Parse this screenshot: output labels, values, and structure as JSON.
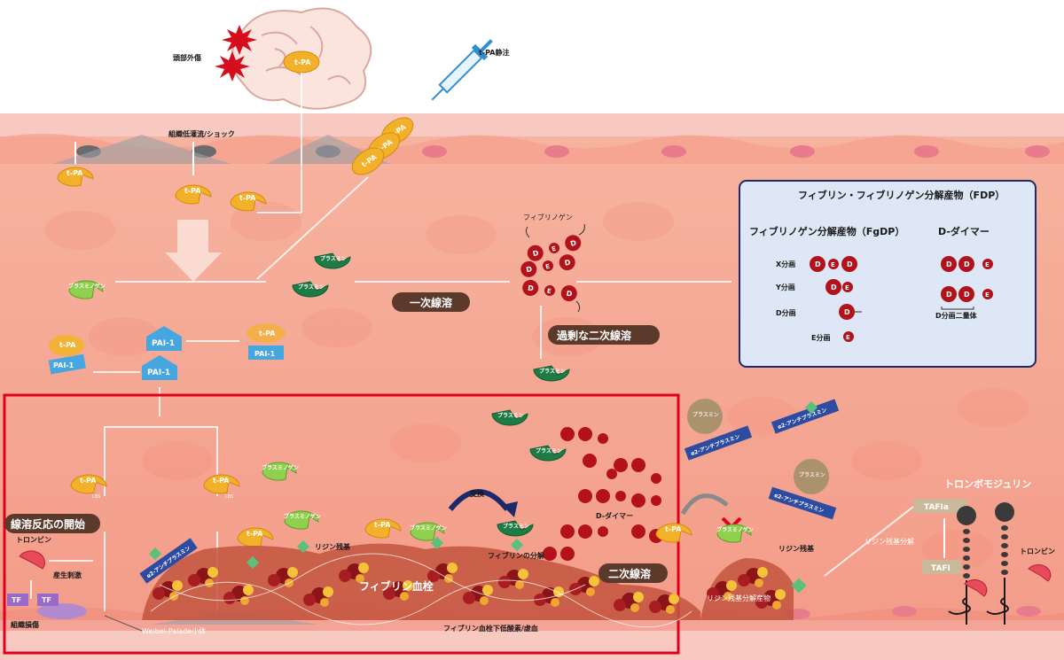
{
  "labels": {
    "head_injury": "頭部外傷",
    "tpa_iv": "t-PA静注",
    "hypoperfusion": "組織低灌流/ショック",
    "tpa": "t-PA",
    "plasminogen": "プラスミノゲン",
    "plasmin": "プラスミン",
    "fibrinogen": "フィブリノゲン",
    "primary_fibrinolysis": "一次線溶",
    "excess_secondary": "過剰な二次線溶",
    "pai1": "PAI-1",
    "onset": "線溶反応の開始",
    "thrombin": "トロンビン",
    "production": "産生刺激",
    "tf": "TF",
    "tissue_damage": "組織損傷",
    "weibel": "Weibel-Palade小体",
    "antiplasmin": "α2-アンチプラスミン",
    "lys_residue": "リジン残基",
    "conversion": "変換",
    "fibrin_degradation": "フィブリンの分解",
    "d_dimer": "D-ダイマー",
    "secondary_fibrinolysis": "二次線溶",
    "fibrin_clot": "フィブリン血栓",
    "hypoxia": "フィブリン血栓下低酸素/虚血",
    "lys_degradation_product": "リジン残基分解産物",
    "lys_residue_degradation": "リジン残基分解",
    "tafia": "TAFIa",
    "tafi": "TAFI",
    "thrombomodulin": "トロンボモジュリン",
    "lbs": "LBS"
  },
  "fdp_box": {
    "title": "フィブリン・フィブリノゲン分解産物（FDP）",
    "fgdp_title": "フィブリノゲン分解産物（FgDP）",
    "ddimer_title": "D-ダイマー",
    "x": "X分画",
    "y": "Y分画",
    "d": "D分画",
    "e": "E分画",
    "d_dimer_fraction": "D分画二量体",
    "letter_d": "D",
    "letter_e": "E"
  },
  "colors": {
    "vessel": "#f4a08c",
    "endothelium": "#f7c3c0",
    "tpa": "#f3b12a",
    "plasminogen": "#8ccf4a",
    "plasmin": "#1e7b45",
    "pai1": "#45a6e0",
    "d_ball": "#b3121a",
    "highlight": "#e0001b",
    "fdp_border": "#1c2a6b",
    "fdp_bg": "#dde7f5"
  }
}
